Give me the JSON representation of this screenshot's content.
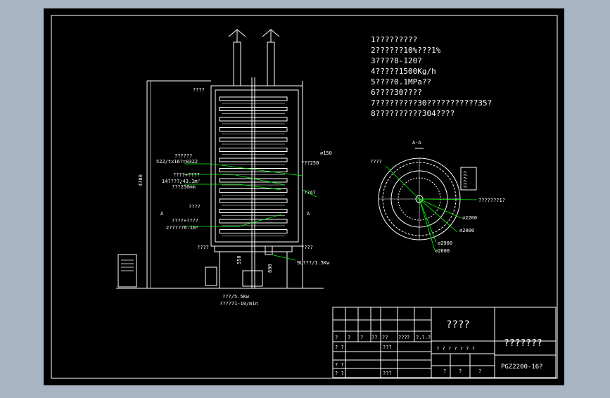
{
  "specs": [
    "1?????????",
    "2??????10%???1%",
    "3????8-120?",
    "4?????1500Kg/h",
    "5????0.1MPa??",
    "6????30????",
    "7?????????30???????????35?",
    "8??????????304????"
  ],
  "elevation_labels": {
    "height": "4780",
    "top_left": "????",
    "tray_type": "??????",
    "tray_spec": "522/tx16?=8322",
    "upper_a": "????+????",
    "upper_b": "14????¿43.1m²",
    "upper_c": "???250mm",
    "mid_left": "????",
    "section_a_left": "A",
    "section_a_right": "A",
    "lower_a": "????+????",
    "lower_b": "2????76.1m²",
    "bottom_left": "????",
    "bottom_right": "????",
    "pipe_dia": "⌀150",
    "right_a": "???250",
    "right_b": "??47",
    "motor_right": "9L???/1.5Kw",
    "motor_bottom_a": "???/5.5Kw",
    "motor_bottom_b": "????71-10/min",
    "dim_550": "550",
    "dim_800": "800"
  },
  "section_view": {
    "title": "A-A",
    "left_label": "????",
    "right_box_a": "??????",
    "right_box_b": "???????1?",
    "d2200": "⌀2200",
    "d2000": "⌀2000",
    "d2900": "⌀2900",
    "d2600": "⌀2600"
  },
  "title_block": {
    "project": "????",
    "drawing_name": "???????",
    "drawing_number": "PGZ2200-16?",
    "row1": [
      "?",
      "?",
      "?",
      "??",
      "??",
      "???",
      "?",
      "?.?.?"
    ],
    "row2": [
      "? ?",
      "",
      "",
      "???"
    ],
    "row3": [
      "? ? ? ? ? ? ?"
    ],
    "row4": [
      "? ?"
    ],
    "row5": [
      "? ?",
      "",
      "",
      "???"
    ],
    "scale_row": [
      "?",
      "?",
      "?"
    ]
  }
}
